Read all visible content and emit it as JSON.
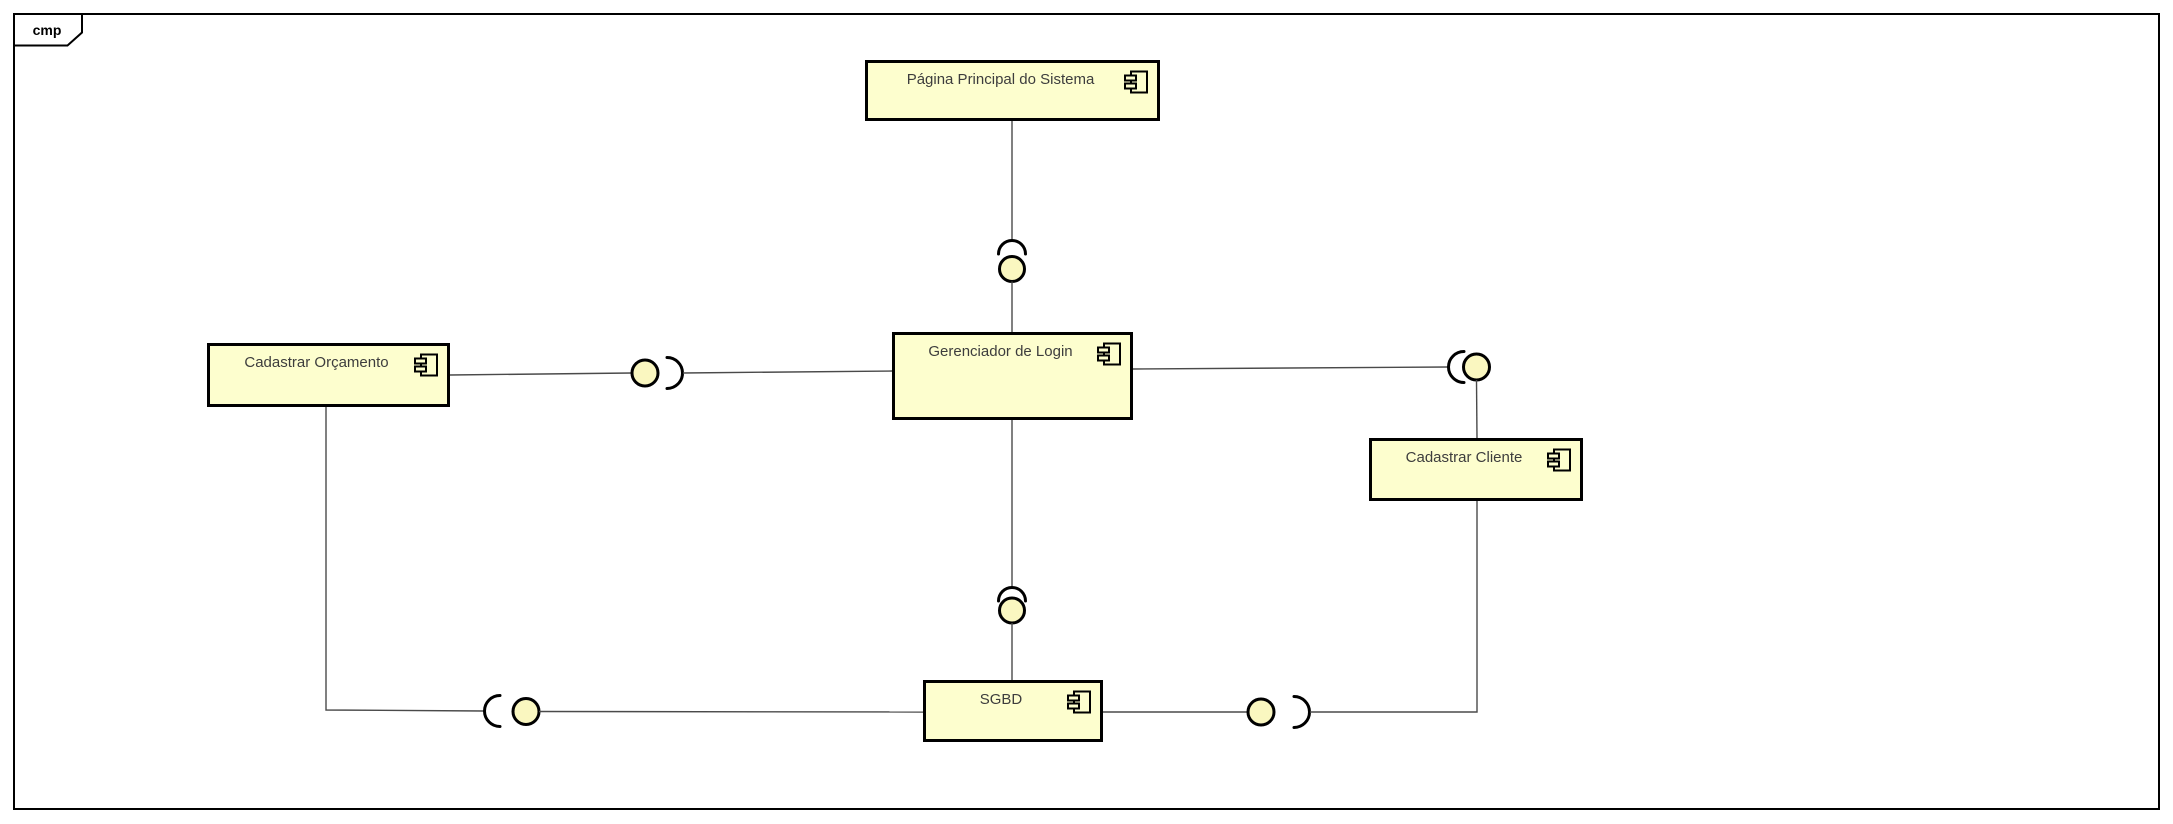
{
  "frame": {
    "tab_label": "cmp"
  },
  "diagram": {
    "type": "uml-component-diagram",
    "components": [
      {
        "label": "Página Principal do Sistema"
      },
      {
        "label": "Gerenciador de Login"
      },
      {
        "label": "Cadastrar Orçamento"
      },
      {
        "label": "Cadastrar Cliente"
      },
      {
        "label": "SGBD"
      }
    ],
    "connectors": [
      {
        "provider": "Gerenciador de Login",
        "consumer": "Página Principal do Sistema",
        "notation": "ball-and-socket"
      },
      {
        "provider": "Cadastrar Orçamento",
        "consumer": "Gerenciador de Login",
        "notation": "ball-and-socket"
      },
      {
        "provider": "Cadastrar Cliente",
        "consumer": "Gerenciador de Login",
        "notation": "ball-and-socket"
      },
      {
        "provider": "SGBD",
        "consumer": "Gerenciador de Login",
        "notation": "ball-and-socket"
      },
      {
        "provider": "SGBD",
        "consumer": "Cadastrar Orçamento",
        "notation": "ball-and-socket"
      },
      {
        "provider": "SGBD",
        "consumer": "Cadastrar Cliente",
        "notation": "ball-and-socket"
      }
    ]
  },
  "colors": {
    "component_fill": "#FDFECE",
    "interface_ball_fill": "#FAF7C0",
    "border": "#000000",
    "connector_line": "#4A4A4A",
    "label_text": "#3D3D3D",
    "background": "#FFFFFF"
  }
}
